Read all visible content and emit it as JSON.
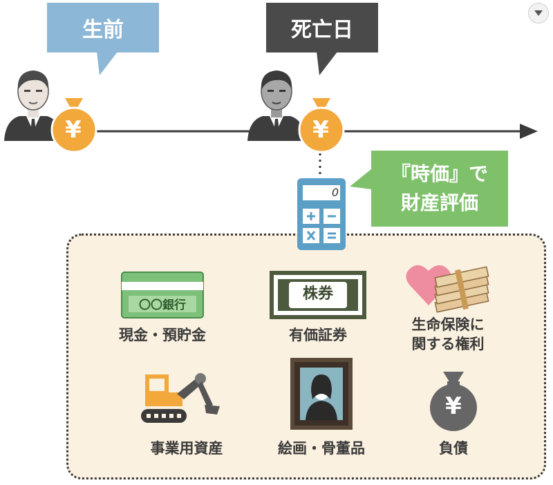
{
  "bubbles": {
    "before_death": "生前",
    "date_of_death": "死亡日",
    "market_value_line1": "『時価』で",
    "market_value_line2": "財産評価"
  },
  "calculator": {
    "display": "0"
  },
  "coin": {
    "symbol": "¥"
  },
  "bank_card": {
    "text": "〇〇銀行"
  },
  "stock_certificate": {
    "text": "株券"
  },
  "assets": {
    "cash_deposits": "現金・預貯金",
    "securities": "有価証券",
    "life_insurance_line1": "生命保険に",
    "life_insurance_line2": "関する権利",
    "business_assets": "事業用資産",
    "art_antiques": "絵画・骨董品",
    "liabilities": "負債"
  },
  "colors": {
    "blue_bubble": "#8db7d6",
    "dark_bubble": "#4a4a4a",
    "green_bubble": "#7fc06b",
    "coin": "#f2a83a",
    "box_bg": "#fbf1e0",
    "bank_card": "#7cc07a",
    "calculator": "#5b9ec6"
  }
}
